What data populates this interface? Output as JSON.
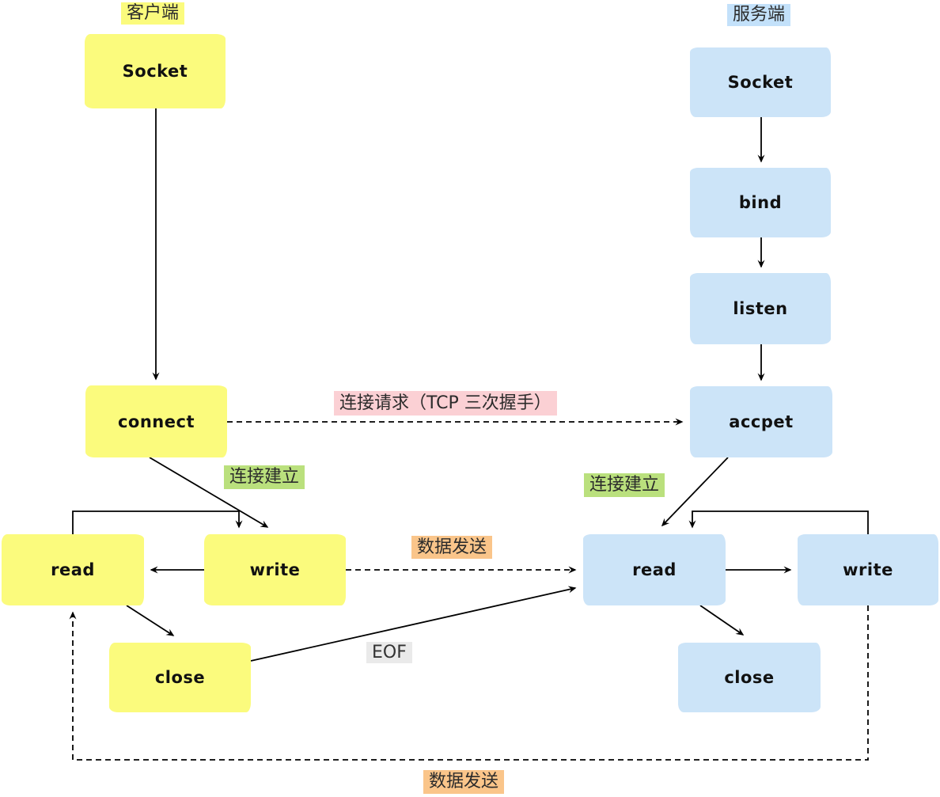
{
  "diagram_title": "TCP socket client-server communication flow",
  "headers": {
    "client": "客户端",
    "server": "服务端"
  },
  "client_nodes": {
    "socket": "Socket",
    "connect": "connect",
    "read": "read",
    "write": "write",
    "close": "close"
  },
  "server_nodes": {
    "socket": "Socket",
    "bind": "bind",
    "listen": "listen",
    "accept": "accpet",
    "read": "read",
    "write": "write",
    "close": "close"
  },
  "edge_labels": {
    "handshake": "连接请求（TCP 三次握手）",
    "established_left": "连接建立",
    "established_right": "连接建立",
    "data_send_mid": "数据发送",
    "eof": "EOF",
    "data_send_bottom": "数据发送"
  },
  "colors": {
    "client_fill": "#FBFB7D",
    "server_fill": "#CCE4F8",
    "server_header_fill": "#C3E1FA",
    "handshake_fill": "#FBD0D4",
    "established_fill": "#BAE07D",
    "data_send_fill": "#FAC58A",
    "eof_fill": "#EAEAEA",
    "edge_color": "#000000"
  }
}
